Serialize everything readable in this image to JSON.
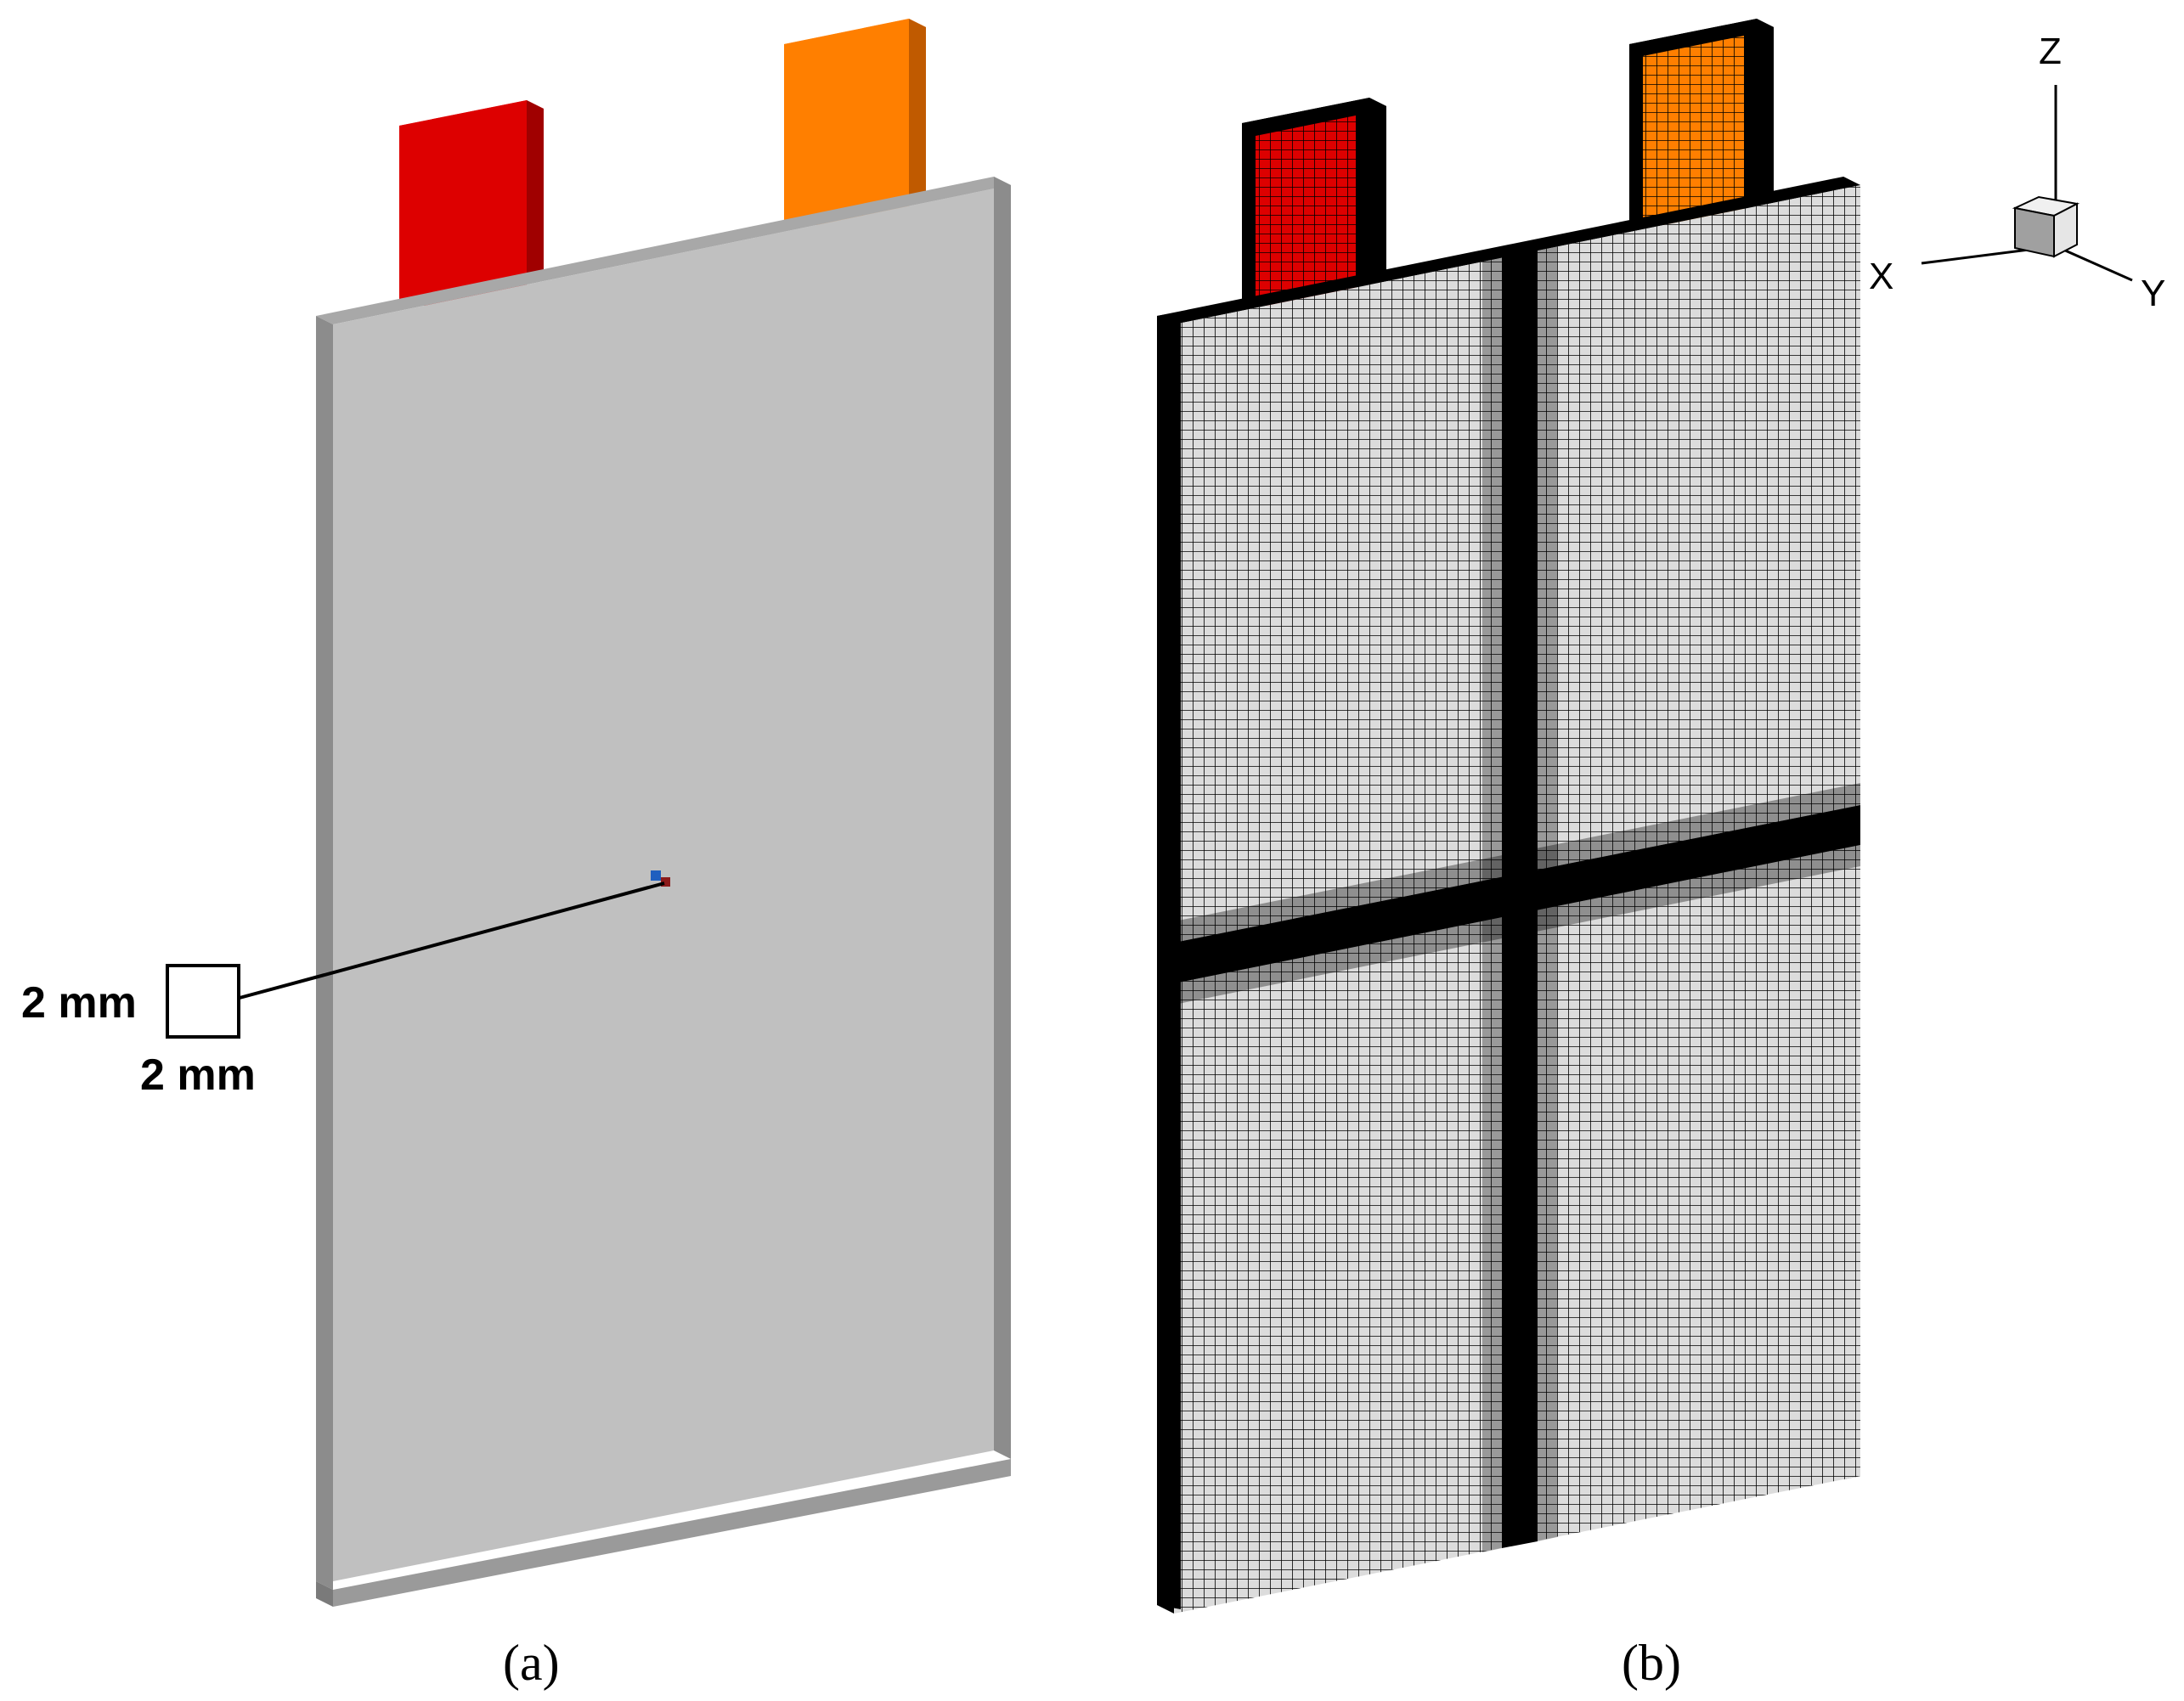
{
  "panel_a": {
    "caption": "(a)",
    "dimension_vertical": "2 mm",
    "dimension_horizontal": "2 mm"
  },
  "panel_b": {
    "caption": "(b)"
  },
  "axis_triad": {
    "z_label": "Z",
    "x_label": "X",
    "y_label": "Y"
  },
  "colors": {
    "positive_tab": "#dd0000",
    "negative_tab": "#ff7f00",
    "cell_face": "#c0c0c0",
    "cell_edge": "#8c8c8c",
    "mesh_line": "#000000",
    "mesh_background": "#dcdcdc",
    "sample_blue": "#1f5fbf",
    "sample_red": "#8b1a1a"
  }
}
